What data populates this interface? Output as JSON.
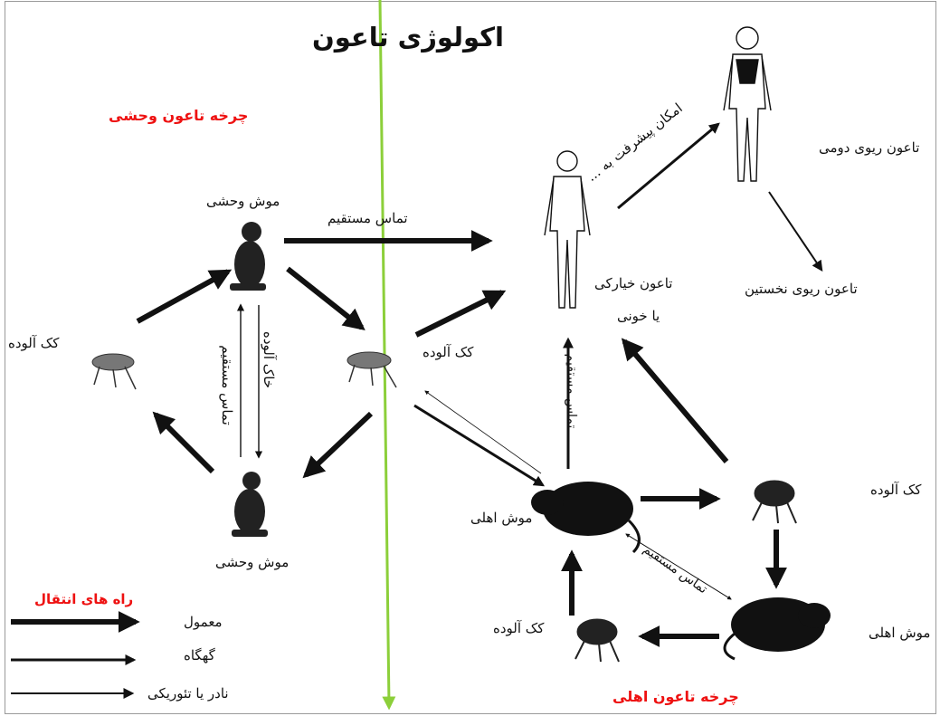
{
  "title": "اکولوژی تاعون",
  "wild_cycle_label": "چرخه تاعون وحشی",
  "domestic_cycle_label": "چرخه تاعون اهلی",
  "labels": {
    "wild_mouse_top": "موش وحشی",
    "wild_mouse_bottom": "موش وحشی",
    "flea_left": "کک آلوده",
    "flea_center": "کک آلوده",
    "flea_domestic_right": "کک آلوده",
    "flea_domestic_bottom": "کک آلوده",
    "house_mouse_center": "موش اهلی",
    "house_mouse_right": "موش اهلی",
    "bubonic_plague_line1": "تاعون خیارکی",
    "bubonic_plague_line2": "یا خونی",
    "secondary_pneumonic": "تاعون ریوی دومی",
    "primary_pneumonic": "تاعون ریوی  نخستین",
    "direct_contact_top": "تماس مستقیم",
    "direct_contact_vertical": "تماس مستقیم",
    "contaminated_soil": "خاک آلوده",
    "direct_contact_human": "تماس مستقیم",
    "direct_contact_domestic": "تماس مستقیم",
    "progression_possibility": "امکان پیشرفت به ..."
  },
  "legend": {
    "title": "راه های انتقال",
    "usual": "معمول",
    "occasional": "گهگاه",
    "rare": "نادر یا تئوریکی"
  },
  "colors": {
    "red": "#ee1111",
    "divider": "#8ccf3a",
    "ink": "#111111"
  }
}
